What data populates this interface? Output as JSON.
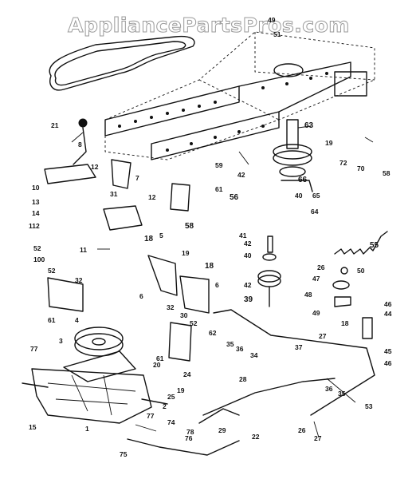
{
  "watermark": "AppliancePartsPros.com",
  "part_labels": [
    "1",
    "2",
    "3",
    "4",
    "5",
    "6",
    "6",
    "7",
    "8",
    "10",
    "11",
    "12",
    "12",
    "13",
    "14",
    "15",
    "18",
    "18",
    "18",
    "19",
    "19",
    "19",
    "20",
    "21",
    "22",
    "24",
    "25",
    "26",
    "26",
    "27",
    "27",
    "28",
    "29",
    "30",
    "31",
    "32",
    "32",
    "34",
    "35",
    "35",
    "36",
    "36",
    "37",
    "39",
    "40",
    "40",
    "41",
    "42",
    "42",
    "42",
    "44",
    "45",
    "46",
    "46",
    "47",
    "48",
    "49",
    "49",
    "50",
    "51",
    "52",
    "52",
    "52",
    "53",
    "55",
    "56",
    "58",
    "58",
    "59",
    "61",
    "61",
    "61",
    "62",
    "63",
    "64",
    "65",
    "66",
    "70",
    "72",
    "74",
    "75",
    "76",
    "77",
    "77",
    "78",
    "100",
    "112"
  ]
}
